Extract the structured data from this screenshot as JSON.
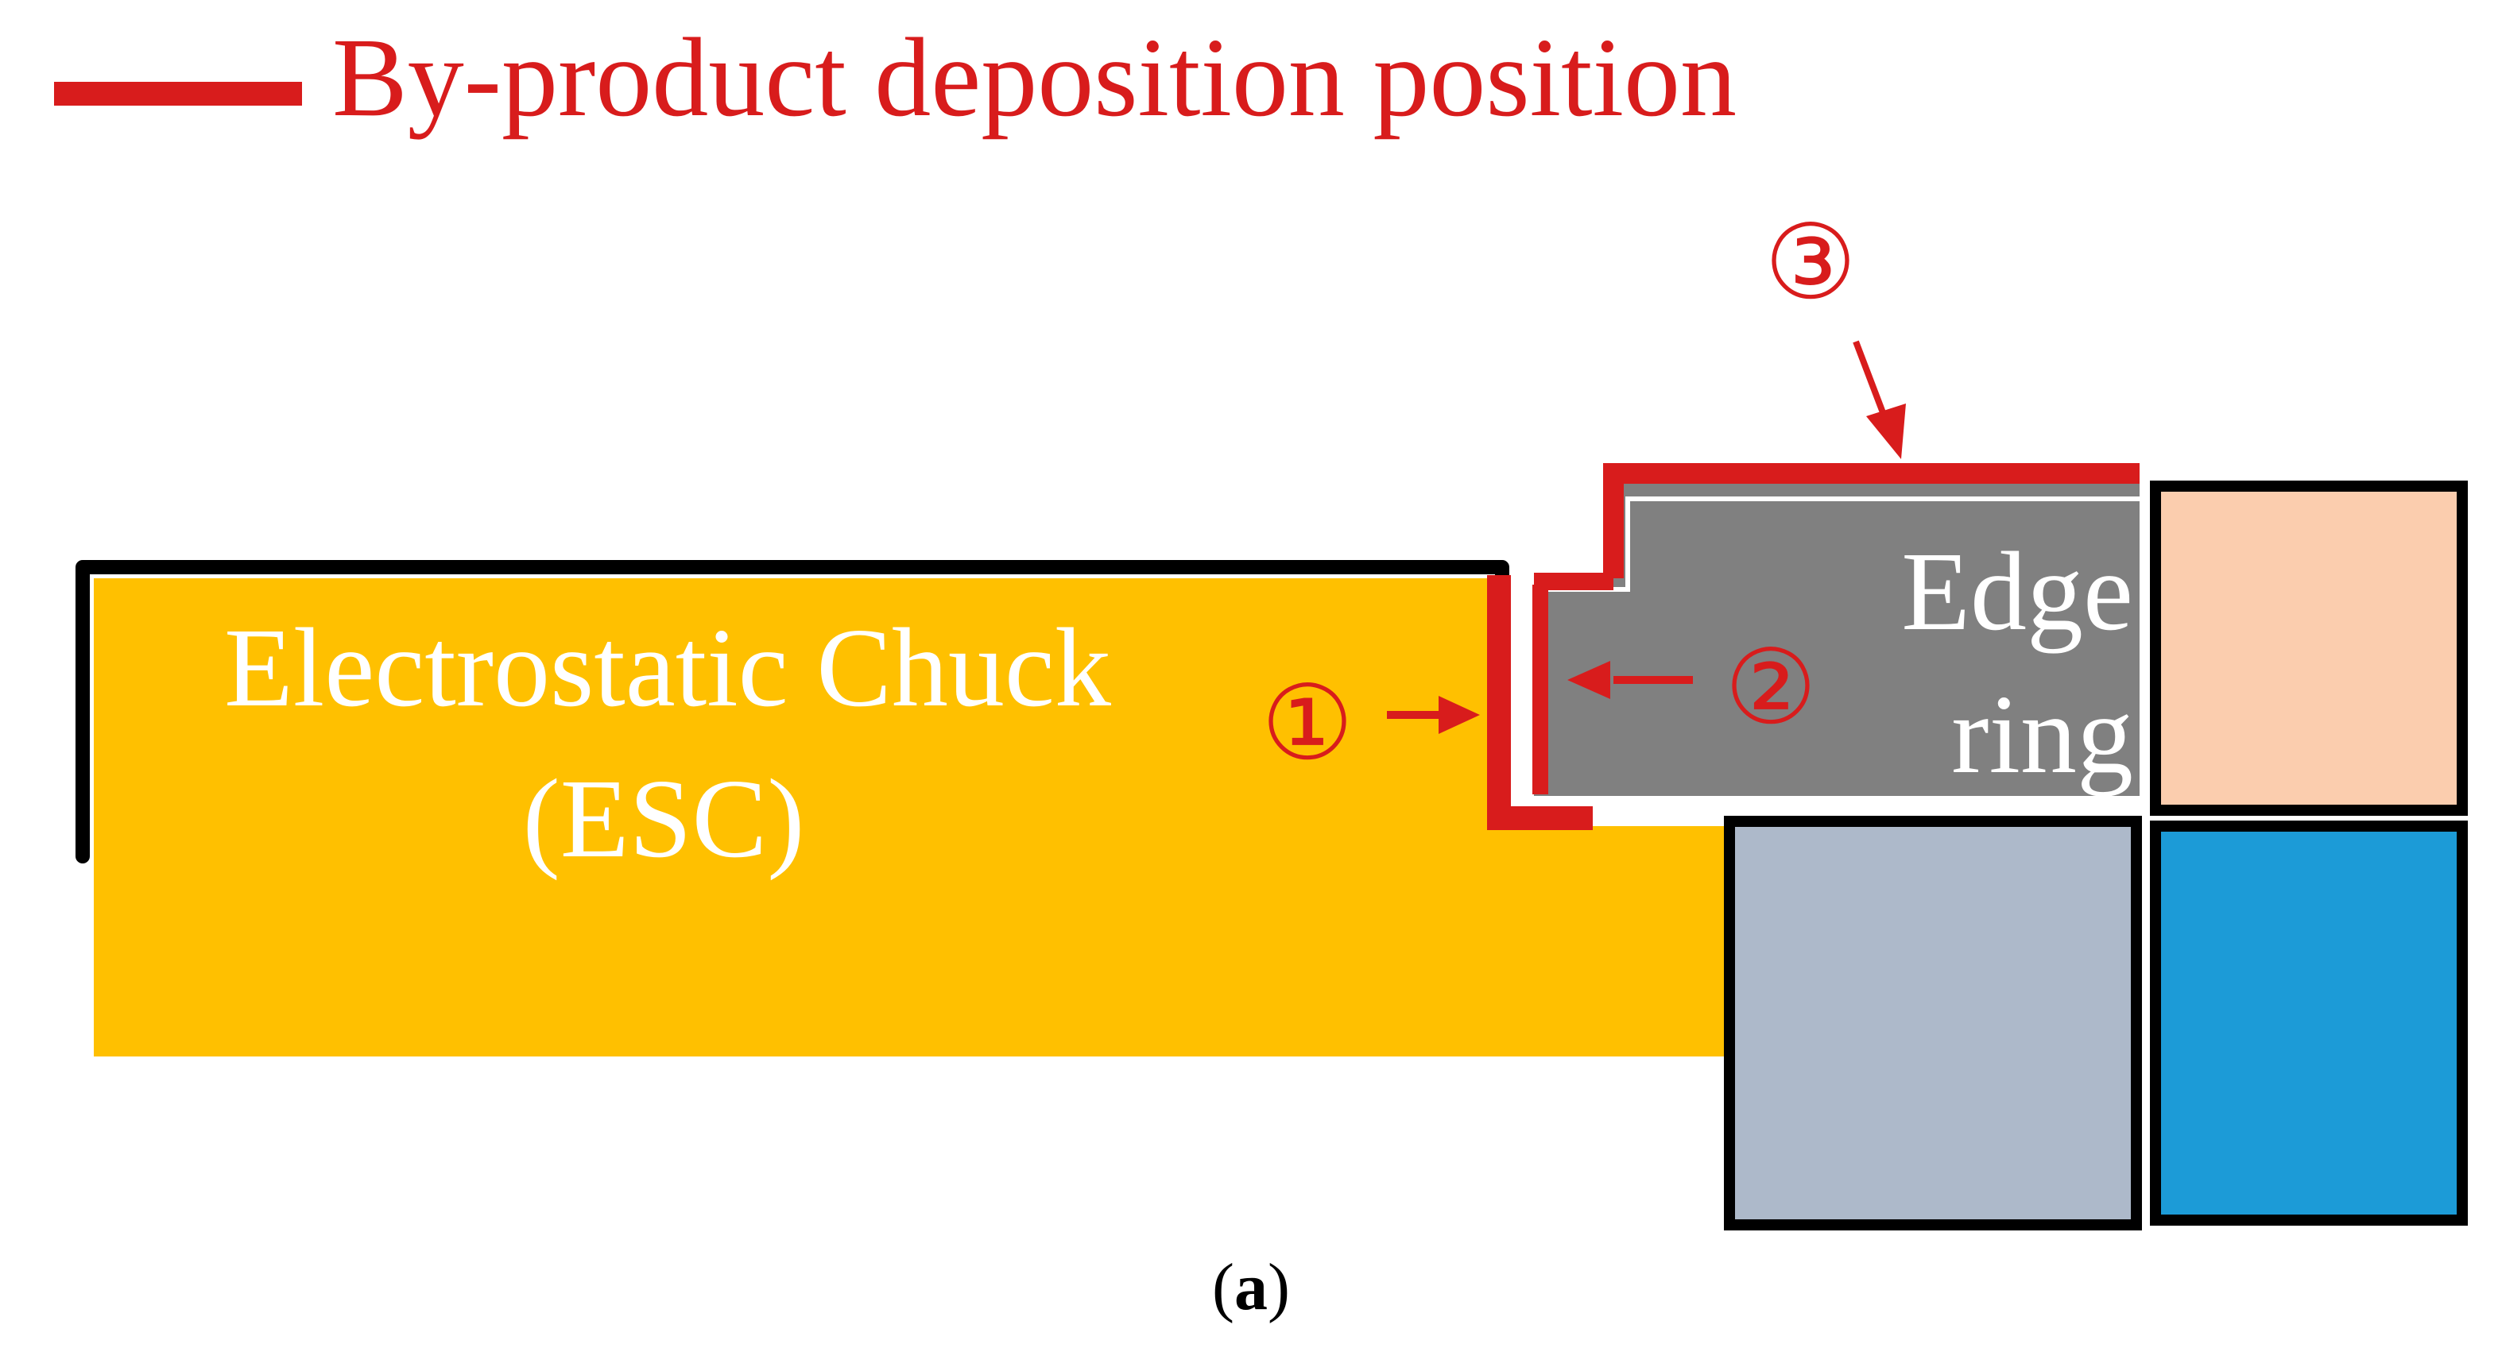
{
  "legend": {
    "label": "By-product deposition position",
    "color": "#d81c1c"
  },
  "components": {
    "esc": {
      "line1": "Electrostatic Chuck",
      "line2": "(ESC)",
      "fill": "#ffc000"
    },
    "edge_ring": {
      "line1": "Edge",
      "line2": "ring",
      "fill": "#808080"
    },
    "peach_block": {
      "fill": "#fbcdae"
    },
    "gray_blue_block": {
      "fill": "#adb9ca"
    },
    "blue_block": {
      "fill": "#1c9bd7"
    }
  },
  "markers": {
    "m1": "①",
    "m2": "②",
    "m3": "③"
  },
  "caption": {
    "open": "(",
    "letter": "a",
    "close": ")"
  },
  "colors": {
    "deposition_red": "#d81c1c",
    "outline": "#000000",
    "label_white": "#ffffff"
  }
}
